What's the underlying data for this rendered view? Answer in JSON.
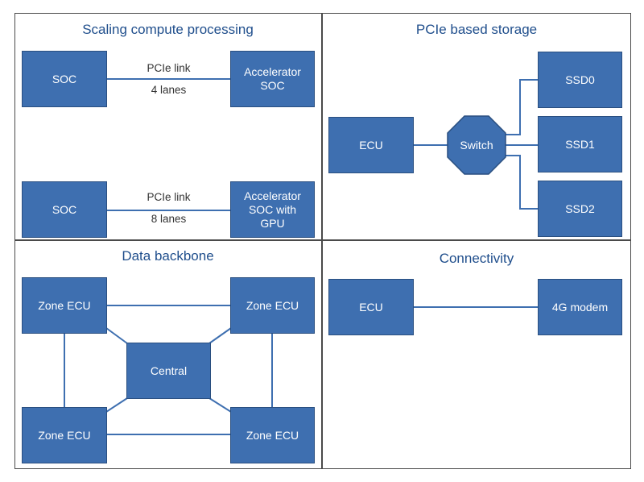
{
  "panels": {
    "compute": {
      "title": "Scaling compute processing",
      "row1": {
        "soc": "SOC",
        "link": "PCIe link",
        "lanes": "4 lanes",
        "accel": "Accelerator\nSOC"
      },
      "row2": {
        "soc": "SOC",
        "link": "PCIe link",
        "lanes": "8 lanes",
        "accel": "Accelerator\nSOC with\nGPU"
      }
    },
    "storage": {
      "title": "PCIe based storage",
      "ecu": "ECU",
      "switch": "Switch",
      "ssd0": "SSD0",
      "ssd1": "SSD1",
      "ssd2": "SSD2"
    },
    "backbone": {
      "title": "Data backbone",
      "zone_tl": "Zone ECU",
      "zone_tr": "Zone ECU",
      "zone_bl": "Zone ECU",
      "zone_br": "Zone ECU",
      "central": "Central"
    },
    "connectivity": {
      "title": "Connectivity",
      "ecu": "ECU",
      "modem": "4G modem"
    }
  },
  "colors": {
    "box_fill": "#3e6fb0",
    "box_border": "#2a4f80",
    "title": "#1f4e8c",
    "frame": "#4a4a4a"
  }
}
